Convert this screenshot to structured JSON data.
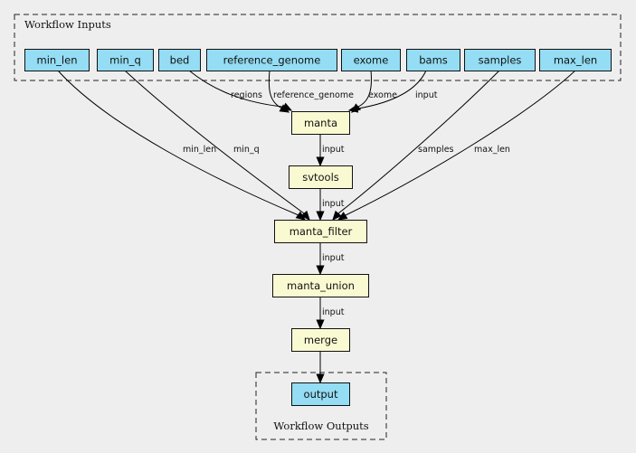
{
  "clusters": {
    "inputs_label": "Workflow Inputs",
    "outputs_label": "Workflow Outputs"
  },
  "colors": {
    "input_node": "#94ddf4",
    "step_node": "#fafad2",
    "background": "#eeeeee"
  },
  "inputs": [
    {
      "id": "min_len",
      "label": "min_len"
    },
    {
      "id": "min_q",
      "label": "min_q"
    },
    {
      "id": "bed",
      "label": "bed"
    },
    {
      "id": "reference_genome",
      "label": "reference_genome"
    },
    {
      "id": "exome",
      "label": "exome"
    },
    {
      "id": "bams",
      "label": "bams"
    },
    {
      "id": "samples",
      "label": "samples"
    },
    {
      "id": "max_len",
      "label": "max_len"
    }
  ],
  "steps": [
    {
      "id": "manta",
      "label": "manta"
    },
    {
      "id": "svtools",
      "label": "svtools"
    },
    {
      "id": "manta_filter",
      "label": "manta_filter"
    },
    {
      "id": "manta_union",
      "label": "manta_union"
    },
    {
      "id": "merge",
      "label": "merge"
    }
  ],
  "outputs": [
    {
      "id": "output",
      "label": "output"
    }
  ],
  "edges": [
    {
      "from": "bed",
      "to": "manta",
      "label": "regions"
    },
    {
      "from": "reference_genome",
      "to": "manta",
      "label": "reference_genome"
    },
    {
      "from": "exome",
      "to": "manta",
      "label": "exome"
    },
    {
      "from": "bams",
      "to": "manta",
      "label": "input"
    },
    {
      "from": "manta",
      "to": "svtools",
      "label": "input"
    },
    {
      "from": "min_len",
      "to": "manta_filter",
      "label": "min_len"
    },
    {
      "from": "min_q",
      "to": "manta_filter",
      "label": "min_q"
    },
    {
      "from": "svtools",
      "to": "manta_filter",
      "label": "input"
    },
    {
      "from": "samples",
      "to": "manta_filter",
      "label": "samples"
    },
    {
      "from": "max_len",
      "to": "manta_filter",
      "label": "max_len"
    },
    {
      "from": "manta_filter",
      "to": "manta_union",
      "label": "input"
    },
    {
      "from": "manta_union",
      "to": "merge",
      "label": "input"
    },
    {
      "from": "merge",
      "to": "output",
      "label": ""
    }
  ]
}
